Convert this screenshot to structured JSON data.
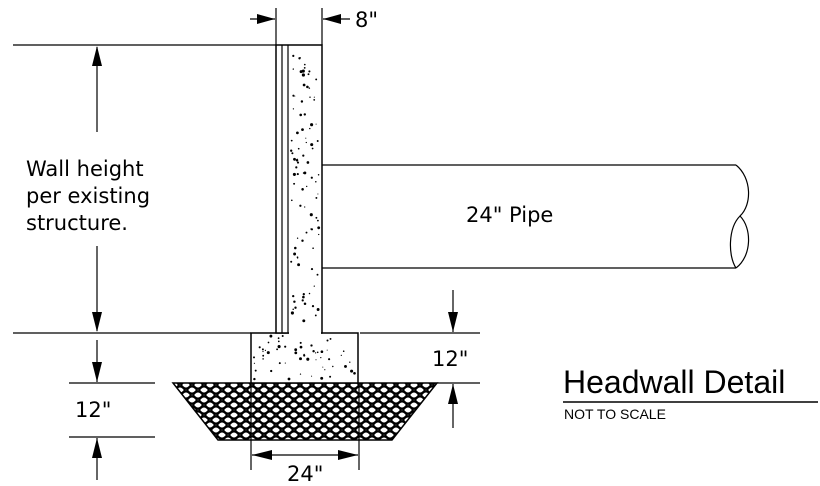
{
  "labels": {
    "wall_thickness": "8\"",
    "wall_height_line1": "Wall height",
    "wall_height_line2": "per existing",
    "wall_height_line3": "structure.",
    "pipe": "24\" Pipe",
    "footing_height": "12\"",
    "gravel_depth": "12\"",
    "footing_width": "24\""
  },
  "title": {
    "main": "Headwall Detail",
    "scale_note": "NOT TO SCALE"
  }
}
